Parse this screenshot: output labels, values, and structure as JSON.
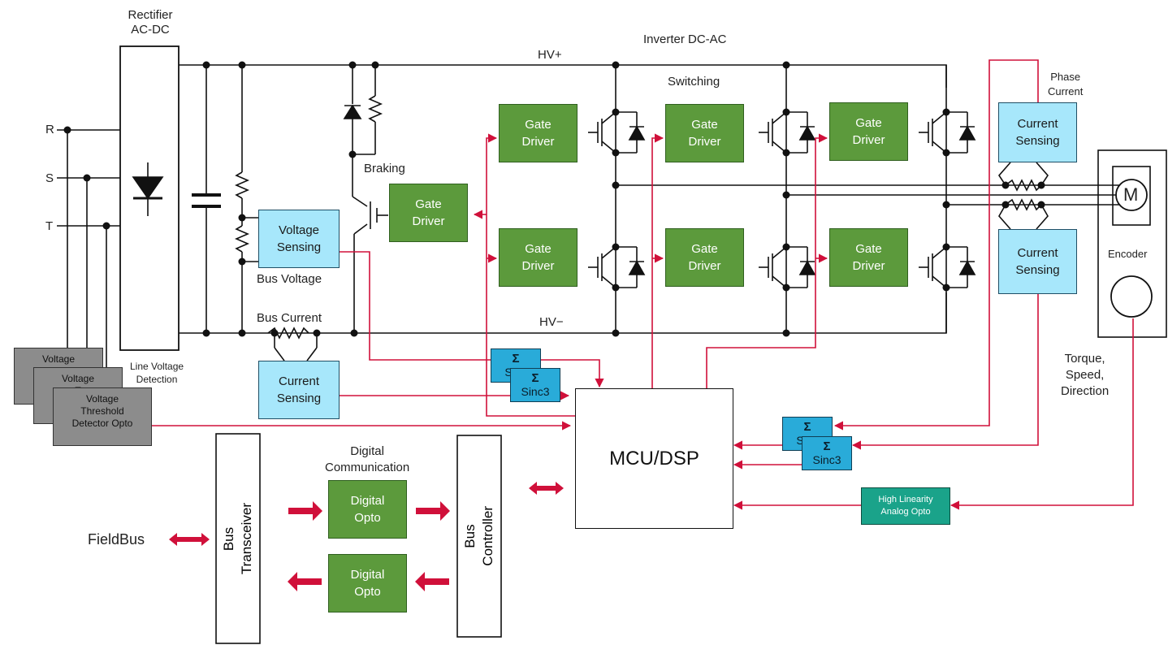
{
  "labels": {
    "rectifier": "Rectifier\nAC-DC",
    "inverter": "Inverter DC-AC",
    "hv_plus": "HV+",
    "hv_minus": "HV−",
    "switching": "Switching",
    "braking": "Braking",
    "phase_current": "Phase\nCurrent",
    "phase_r": "R",
    "phase_s": "S",
    "phase_t": "T",
    "bus_voltage": "Bus Voltage",
    "bus_current": "Bus Current",
    "line_voltage_detection": "Line Voltage\nDetection",
    "encoder": "Encoder",
    "motor": "M",
    "torque_speed_direction": "Torque,\nSpeed,\nDirection",
    "digital_communication": "Digital\nCommunication",
    "fieldbus": "FieldBus"
  },
  "blocks": {
    "gate_driver": "Gate\nDriver",
    "voltage_sensing": "Voltage\nSensing",
    "current_sensing": "Current\nSensing",
    "sigma": "Σ",
    "sinc3": "Sinc3",
    "sinc_partial": "Sinc",
    "voltage_threshold_opto": "Voltage\nThreshold\nDetector Opto",
    "vt_back_1": "Voltage\nT\nDete",
    "vt_back_2": "Voltage\nT\nDe",
    "mcu_dsp": "MCU/DSP",
    "high_linearity_opto": "High Linearity\nAnalog Opto",
    "digital_opto": "Digital\nOpto",
    "bus_transceiver": "Bus\nTransceiver",
    "bus_controller": "Bus\nController"
  },
  "colors": {
    "gate_driver": "#5c9a3c",
    "sensing": "#a7e7fb",
    "sigma_delta": "#29abd9",
    "analog_opto": "#1aa38a",
    "threshold_opto": "#8c8c8c",
    "signal_arrow": "#d0103a",
    "wire": "#111111"
  }
}
